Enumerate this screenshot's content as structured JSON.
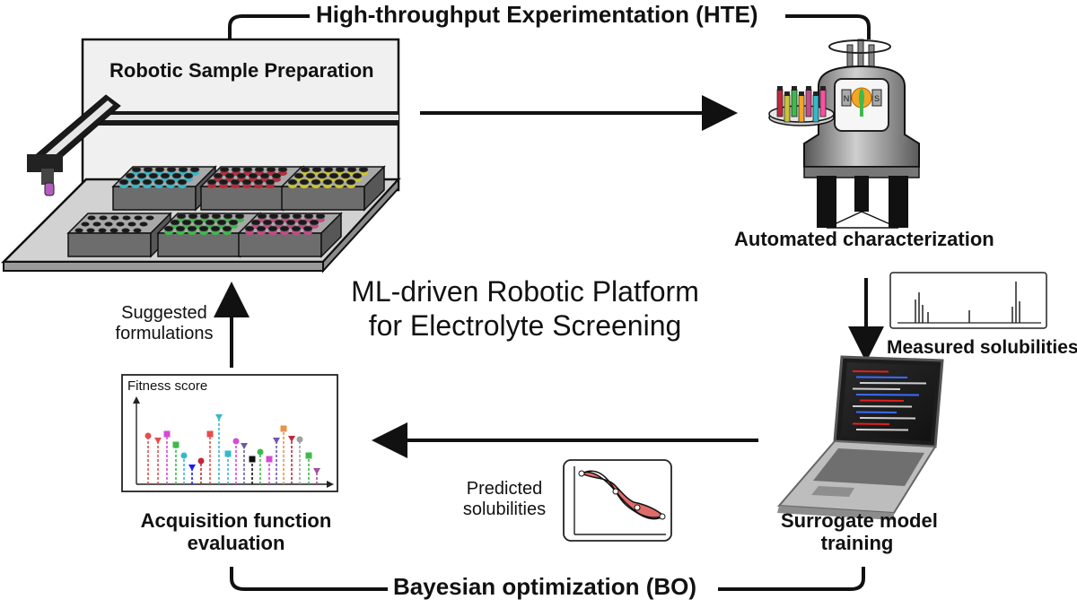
{
  "title_top": "High-throughput Experimentation (HTE)",
  "title_bottom": "Bayesian optimization (BO)",
  "center_title": [
    "ML-driven Robotic Platform",
    "for Electrolyte Screening"
  ],
  "robotic_prep_label": "Robotic Sample Preparation",
  "characterization_label": "Automated characterization",
  "measured_label": "Measured solubilities",
  "surrogate_label": [
    "Surrogate model",
    "training"
  ],
  "predicted_label": [
    "Predicted",
    "solubilities"
  ],
  "acquisition_label": [
    "Acquisition function",
    "evaluation"
  ],
  "suggested_label": [
    "Suggested",
    "formulations"
  ],
  "fitness_label": "Fitness score",
  "nmr_pole_labels": [
    "N",
    "S"
  ],
  "colors": {
    "plate_cyan": "#36b8c9",
    "plate_red": "#c0273a",
    "plate_yellow": "#c9c336",
    "plate_green": "#3fb94b",
    "plate_pink": "#c64a86",
    "plate_gray": "#8e8e8e",
    "magnet_orange": "#f5a623",
    "accent_red": "#e02020"
  },
  "icons": [
    "robot-arm-icon",
    "nmr-spectrometer-icon",
    "laptop-icon",
    "spectrum-icon",
    "regression-plot-icon",
    "lollipop-chart-icon"
  ]
}
